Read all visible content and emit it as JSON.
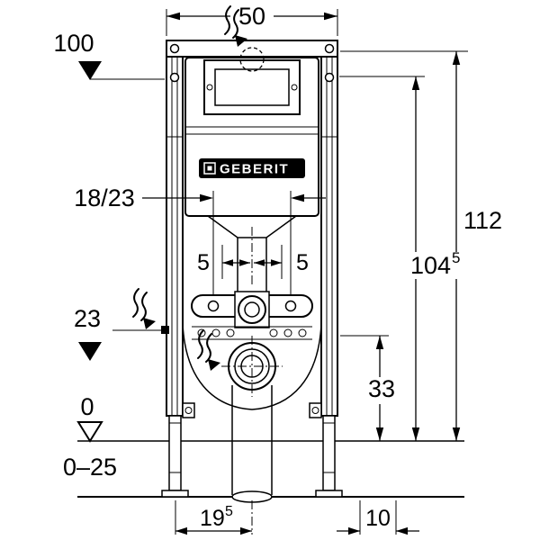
{
  "drawing": {
    "brand_label": "GEBERIT",
    "dims": {
      "top_width": "50",
      "left_height_100": "100",
      "overall_height": "112",
      "height_104": "104",
      "height_104_sup": "5",
      "rod_spacing": "18/23",
      "offset_left": "5",
      "offset_right": "5",
      "outlet_height_23": "23",
      "right_height_33": "33",
      "floor_zero": "0",
      "floor_range": "0–25",
      "bottom_195": "19",
      "bottom_195_sup": "5",
      "bottom_10": "10"
    }
  }
}
